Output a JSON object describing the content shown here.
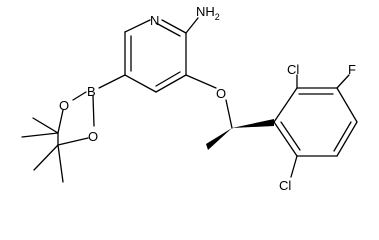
{
  "molecule": {
    "atom_labels": {
      "pyridine_n": "N",
      "amine": "NH",
      "amine_subscript": "2",
      "ether_o": "O",
      "chloro_top": "Cl",
      "fluoro": "F",
      "chloro_bottom": "Cl",
      "boron": "B",
      "boronate_o_top": "O",
      "boronate_o_bottom": "O"
    },
    "stereo": {
      "wedge_bond": "bold wedge",
      "methyl_bond": "bold wedge"
    },
    "line_color": "#000000"
  }
}
